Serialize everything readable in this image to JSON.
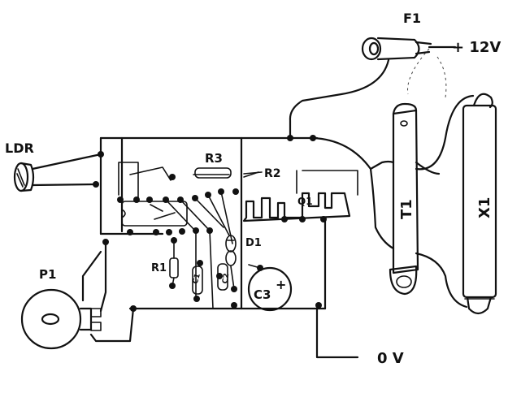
{
  "labels": {
    "fuse": "F1",
    "supply_pos": "+ 12V",
    "ldr": "LDR",
    "r3": "R3",
    "r2": "R2",
    "q1": "Q1",
    "d1": "D1",
    "r1": "R1",
    "c1": "C1",
    "c2": "C2",
    "c3": "C3",
    "c3_polarity": "+",
    "p1": "P1",
    "t1": "T1",
    "x1": "X1",
    "ground": "0 V"
  }
}
